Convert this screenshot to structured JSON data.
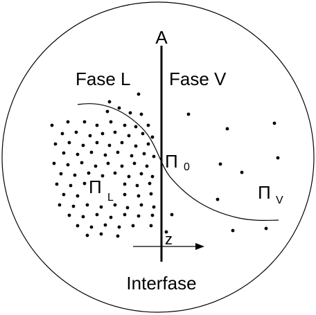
{
  "labels": {
    "top": "A",
    "phase_left": "Fase L",
    "phase_right": "Fase V",
    "pi_symbol": "Π",
    "pi_zero_sub": "0",
    "pi_l_sub": "L",
    "pi_v_sub": "V",
    "axis": "z",
    "bottom": "Interfase"
  },
  "colors": {
    "stroke": "#000000",
    "background": "#ffffff"
  }
}
